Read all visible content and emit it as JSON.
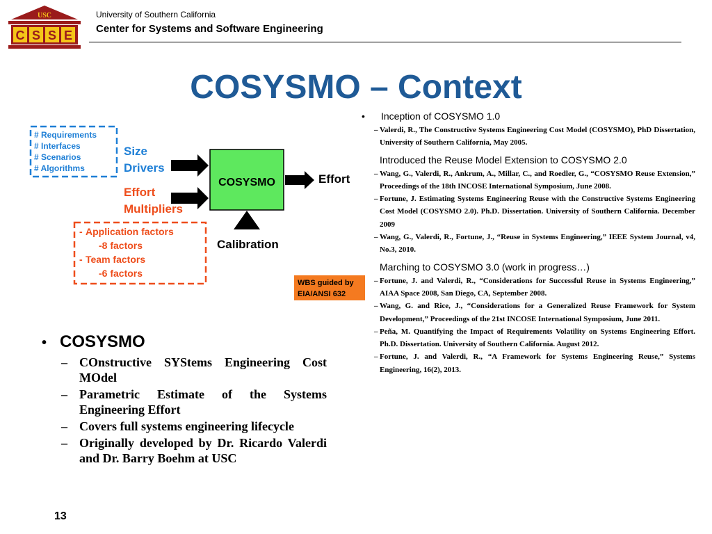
{
  "header": {
    "logo_text": "USC",
    "logo_letters": [
      "C",
      "S",
      "S",
      "E"
    ],
    "university": "University of Southern California",
    "center": "Center for Systems and Software Engineering"
  },
  "slide_title": "COSYSMO – Context",
  "diagram": {
    "size_list": [
      "# Requirements",
      "# Interfaces",
      "# Scenarios",
      "# Algorithms"
    ],
    "size_drivers_line1": "Size",
    "size_drivers_line2": "Drivers",
    "effort_mult_line1": "Effort",
    "effort_mult_line2": "Multipliers",
    "app_factors": "Application factors",
    "app_count": "-8 factors",
    "team_factors": "Team factors",
    "team_count": "-6 factors",
    "box_label": "COSYSMO",
    "output_label": "Effort",
    "calibration_label": "Calibration",
    "wbs_line1": "WBS guided by",
    "wbs_line2": "EIA/ANSI  632",
    "colors": {
      "blue": "#1e7fd6",
      "orange": "#ee4d1b",
      "green": "#5ee85e",
      "wbs_bg": "#f47a20"
    }
  },
  "left_list": {
    "main": "COSYSMO",
    "items": [
      "COnstructive SYStems Engineering Cost MOdel",
      "Parametric Estimate of the Systems Engineering Effort",
      "Covers full systems engineering lifecycle",
      "Originally developed by Dr. Ricardo Valerdi and Dr. Barry Boehm at USC"
    ]
  },
  "references": {
    "head1": "Inception of COSYSMO 1.0",
    "items1": [
      "Valerdi, R., The Constructive Systems Engineering Cost Model (COSYSMO), PhD Dissertation, University of Southern California, May 2005."
    ],
    "head2": "Introduced the Reuse Model Extension to COSYSMO 2.0",
    "items2": [
      "Wang,  G., Valerdi, R., Ankrum, A., Millar, C., and Roedler, G., “COSYSMO Reuse Extension,” Proceedings of the 18th INCOSE International Symposium, June 2008.",
      "Fortune, J. Estimating Systems Engineering Reuse with the Constructive Systems Engineering Cost Model (COSYSMO 2.0). Ph.D. Dissertation. University of Southern California. December 2009",
      "Wang,  G., Valerdi, R., Fortune, J., “Reuse in Systems Engineering,” IEEE System Journal, v4, No.3, 2010."
    ],
    "head3": "Marching to COSYSMO 3.0 (work in progress…)",
    "items3": [
      "Fortune, J. and Valerdi, R., “Considerations for Successful Reuse in Systems Engineering,” AIAA Space 2008, San Diego, CA, September 2008.",
      "Wang,  G. and Rice, J., “Considerations for a Generalized Reuse Framework for System Development,” Proceedings of the 21st  INCOSE International Symposium, June 2011.",
      "Peña, M. Quantifying the Impact of Requirements Volatility on Systems Engineering Effort. Ph.D. Dissertation. University of Southern California. August 2012.",
      "Fortune, J. and Valerdi, R., “A Framework for Systems Engineering Reuse,” Systems Engineering, 16(2), 2013."
    ]
  },
  "page_number": "13"
}
